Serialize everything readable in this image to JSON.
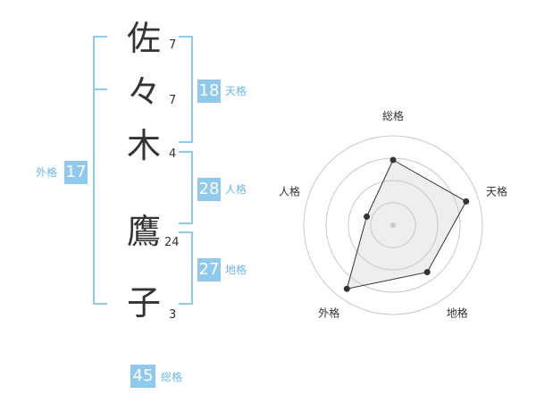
{
  "name_chars": [
    {
      "char": "佐",
      "strokes": "7"
    },
    {
      "char": "々",
      "strokes": "7"
    },
    {
      "char": "木",
      "strokes": "4"
    },
    {
      "char": "鷹",
      "strokes": "24"
    },
    {
      "char": "子",
      "strokes": "3"
    }
  ],
  "kaku": {
    "tenkaku": {
      "value": "18",
      "label": "天格"
    },
    "jinkaku": {
      "value": "28",
      "label": "人格"
    },
    "chikaku": {
      "value": "27",
      "label": "地格"
    },
    "gaikaku": {
      "value": "17",
      "label": "外格"
    },
    "soukaku": {
      "value": "45",
      "label": "総格"
    }
  },
  "colors": {
    "accent": "#8fc9ee",
    "accent_text": "#6fb6e6",
    "text": "#333333"
  },
  "chart_data": {
    "type": "radar",
    "axes": [
      "総格",
      "天格",
      "地格",
      "外格",
      "人格"
    ],
    "values": [
      0.73,
      0.86,
      0.65,
      0.88,
      0.31
    ],
    "range": [
      0,
      1
    ],
    "rings": 4
  }
}
